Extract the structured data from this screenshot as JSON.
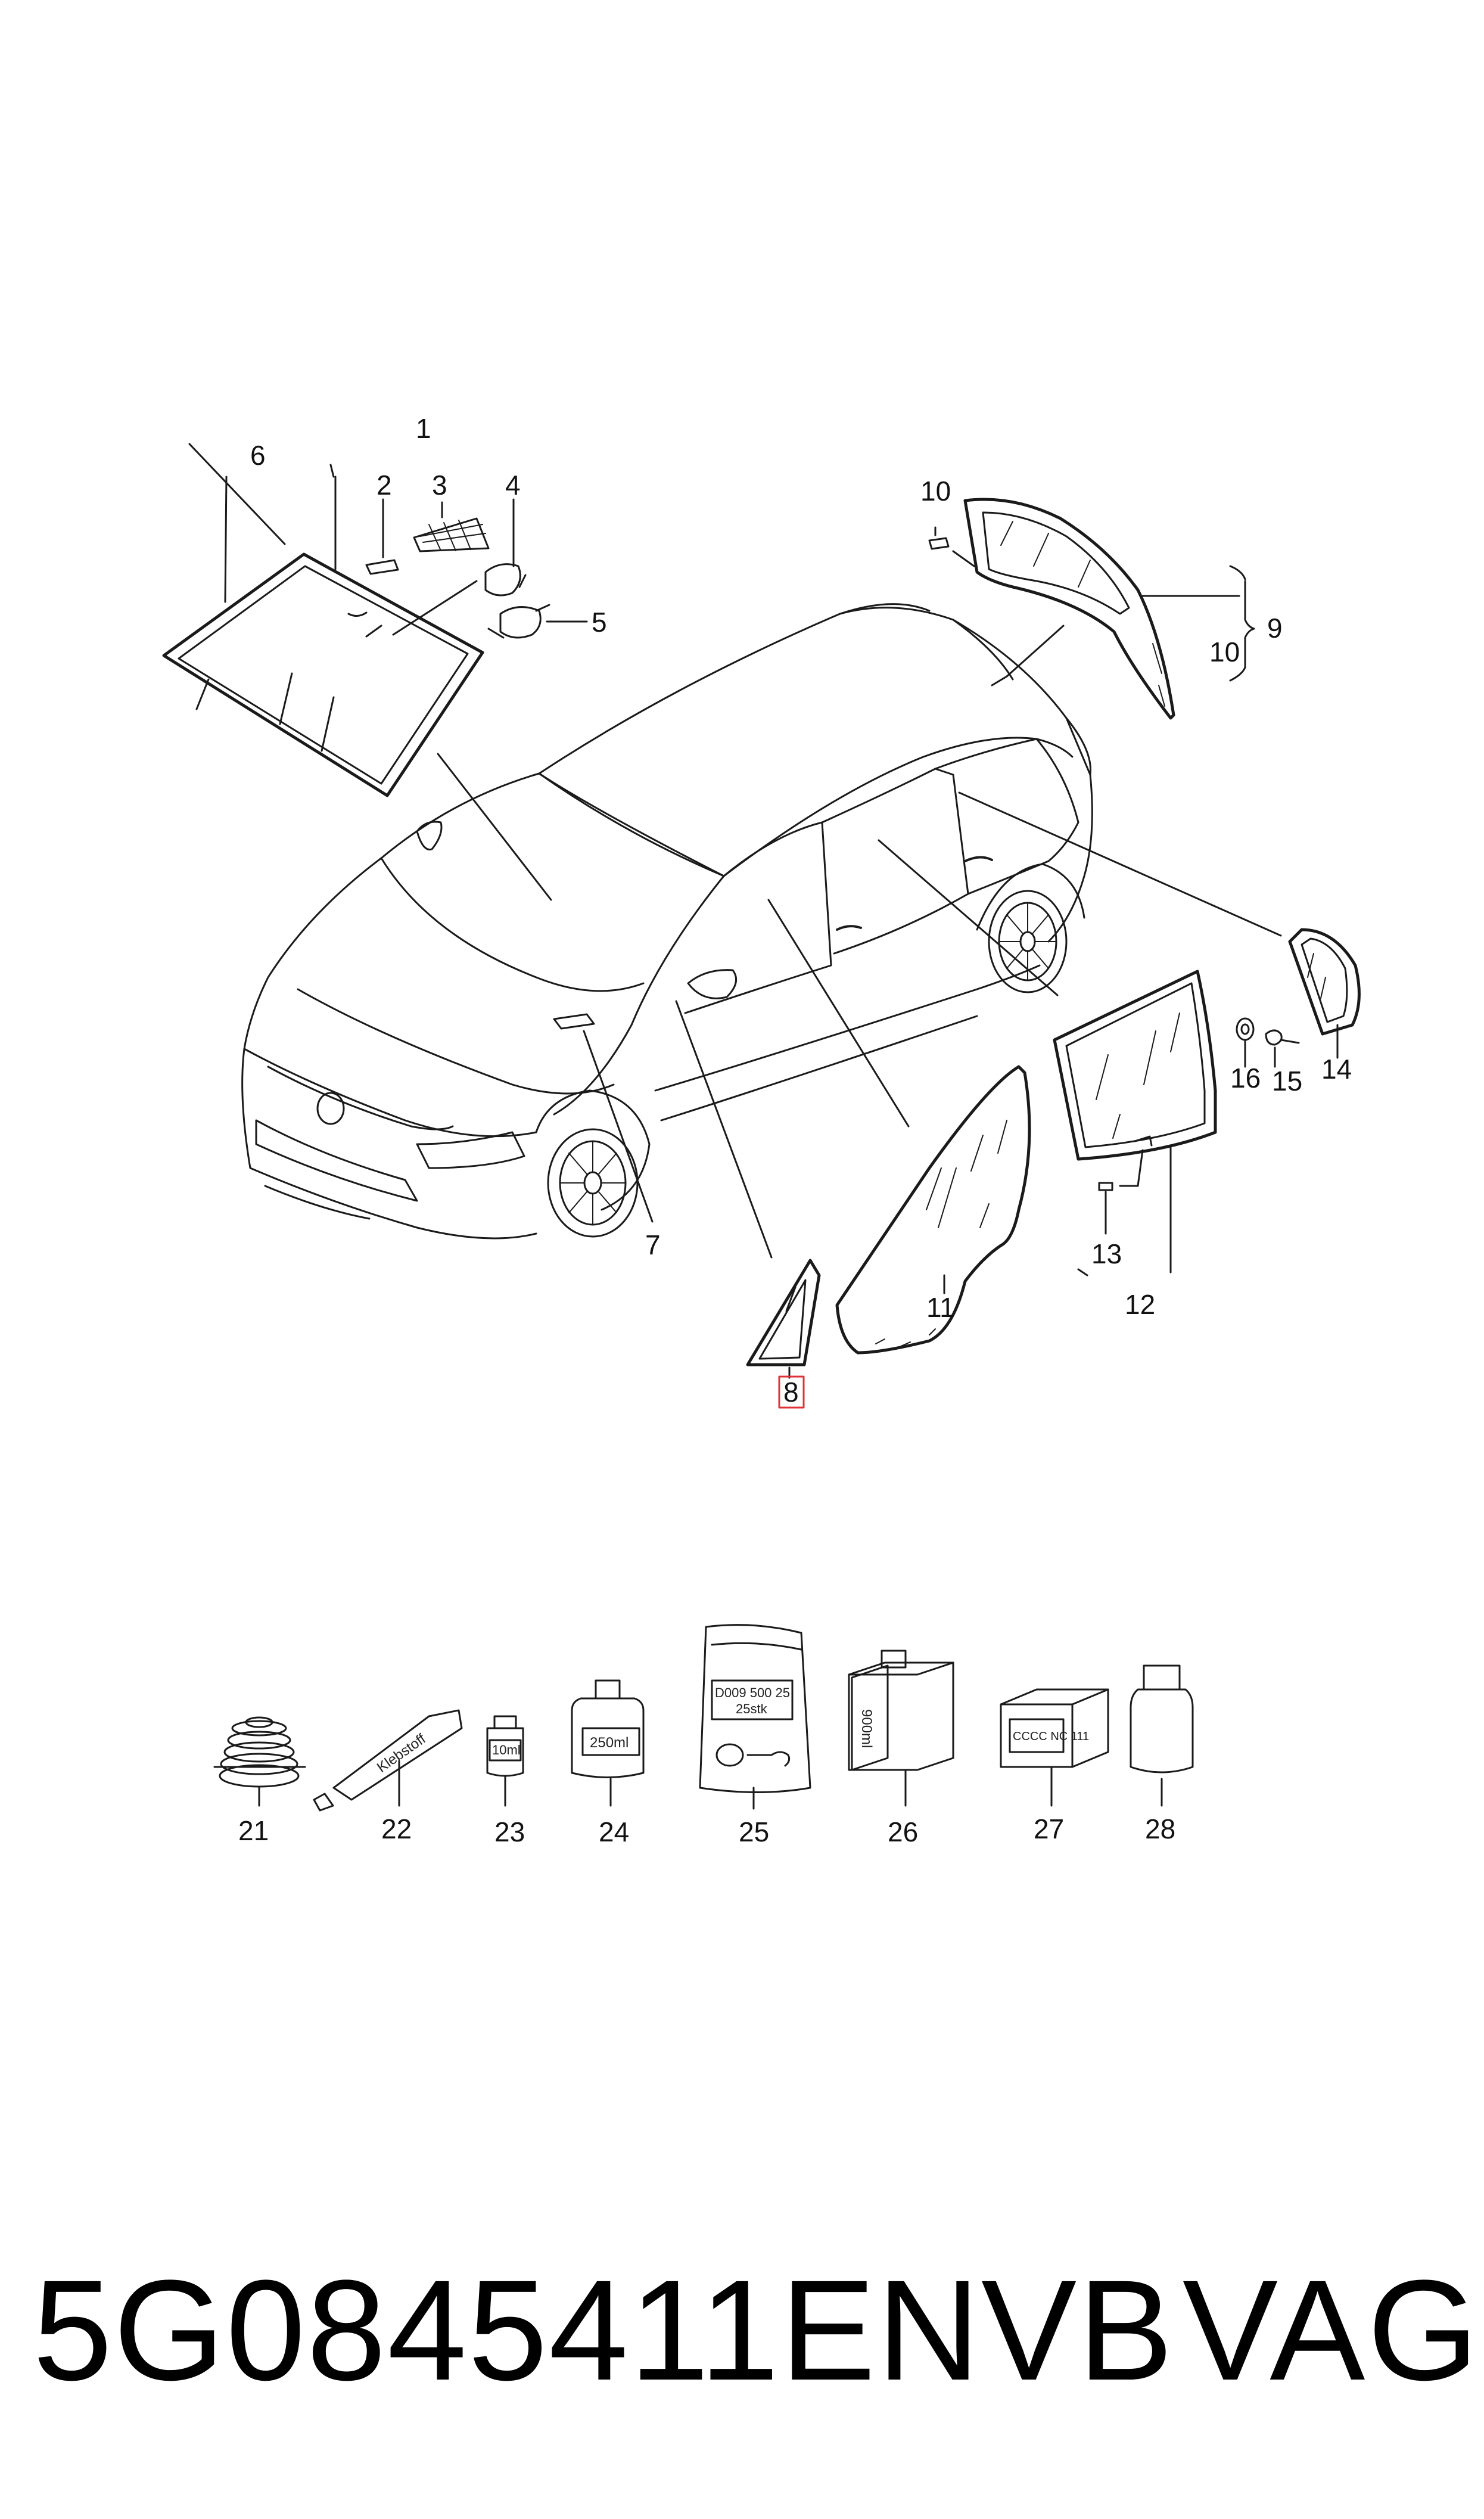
{
  "callouts": {
    "c1": "1",
    "c2": "2",
    "c3": "3",
    "c4": "4",
    "c5": "5",
    "c6": "6",
    "c7": "7",
    "c8": "8",
    "c9": "9",
    "c10a": "10",
    "c10b": "10",
    "c11": "11",
    "c12": "12",
    "c13": "13",
    "c14": "14",
    "c15": "15",
    "c16": "16",
    "c21": "21",
    "c22": "22",
    "c23": "23",
    "c24": "24",
    "c25": "25",
    "c26": "26",
    "c27": "27",
    "c28": "28"
  },
  "highlighted_callout": "8",
  "highlight_color": "#e0303a",
  "package_labels": {
    "tube": "Klebstoff",
    "bottle_small": "10ml",
    "can": "250ml",
    "bag_line1": "D009 500 25",
    "bag_line2": "25stk",
    "box": "900ml",
    "carton": "CCCC NC 111"
  },
  "footer": {
    "part_number": "5G0845411ENVB",
    "brand": "VAG"
  }
}
